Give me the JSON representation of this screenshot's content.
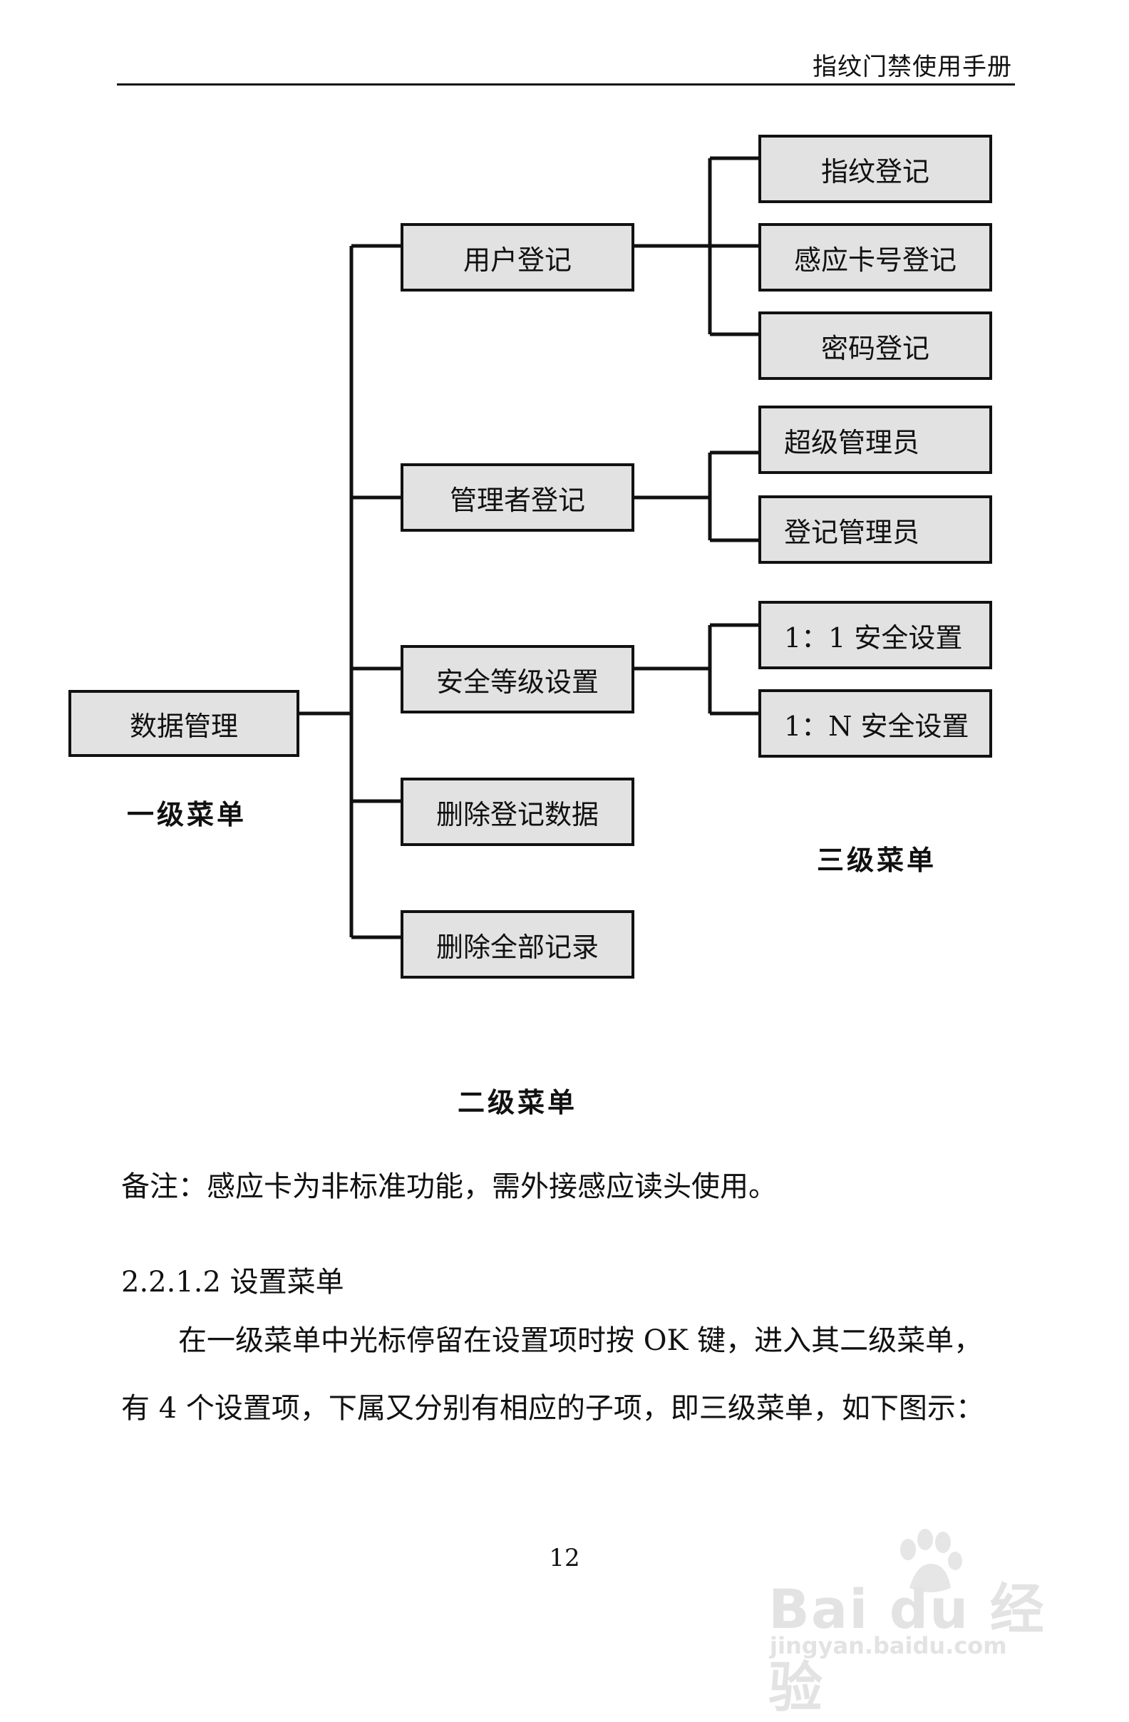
{
  "header": {
    "title": "指纹门禁使用手册"
  },
  "diagram": {
    "level1": {
      "label": "数据管理"
    },
    "level2": [
      "用户登记",
      "管理者登记",
      "安全等级设置",
      "删除登记数据",
      "删除全部记录"
    ],
    "level3": {
      "user_register": [
        "指纹登记",
        "感应卡号登记",
        "密码登记"
      ],
      "admin_register": [
        "超级管理员",
        "登记管理员"
      ],
      "security_level": [
        "1：1 安全设置",
        "1：N 安全设置"
      ]
    },
    "captions": {
      "level1": "一级菜单",
      "level2": "二级菜单",
      "level3": "三级菜单"
    }
  },
  "note": "备注：感应卡为非标准功能，需外接感应读头使用。",
  "section": {
    "number": "2.2.1.2",
    "title": "设置菜单"
  },
  "paragraphs": [
    "在一级菜单中光标停留在设置项时按 OK 键，进入其二级菜单，",
    "有 4 个设置项，下属又分别有相应的子项，即三级菜单，如下图示："
  ],
  "page_number": "12",
  "watermark": {
    "brand": "Bai du 经验",
    "url": "jingyan.baidu.com"
  }
}
